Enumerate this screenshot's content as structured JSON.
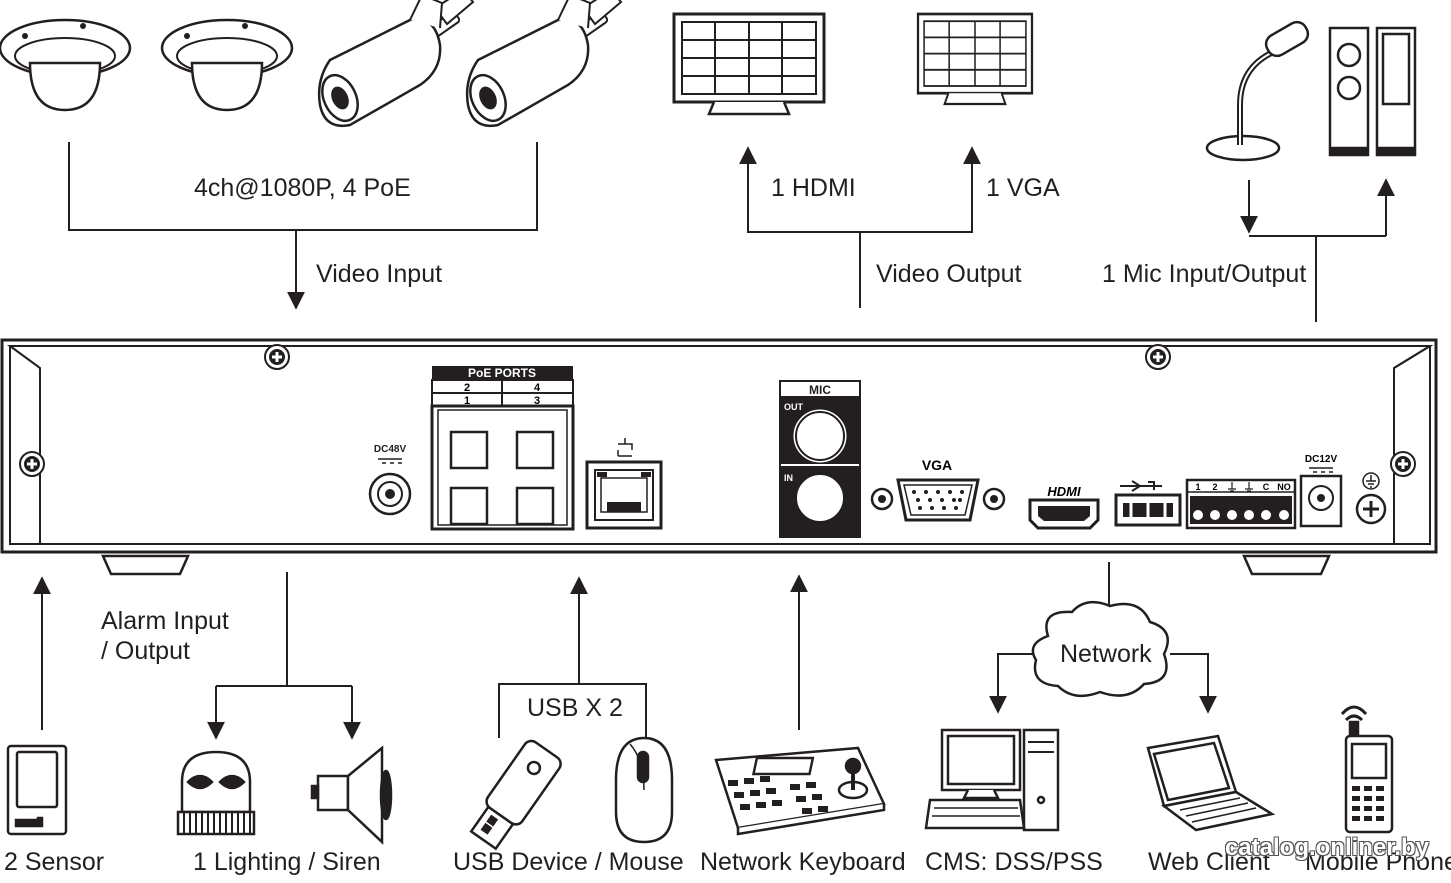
{
  "labels": {
    "video_input_spec": "4ch@1080P, 4 PoE",
    "video_input": "Video Input",
    "hdmi_out": "1 HDMI",
    "vga_out": "1 VGA",
    "video_output": "Video Output",
    "mic_io": "1 Mic Input/Output",
    "alarm_line1": "Alarm Input",
    "alarm_line2": "/ Output",
    "usb_count": "USB X 2",
    "network": "Network",
    "sensor": "2 Sensor",
    "lighting_siren": "1 Lighting / Siren",
    "usb_device_mouse": "USB Device / Mouse",
    "network_keyboard": "Network Keyboard",
    "cms": "CMS: DSS/PSS",
    "web_client": "Web Client",
    "mobile_phone": "Mobile Phone"
  },
  "panel": {
    "poe_title": "PoE PORTS",
    "poe_2": "2",
    "poe_4": "4",
    "poe_1": "1",
    "poe_3": "3",
    "dc48v": "DC48V",
    "mic_title": "MIC",
    "mic_out": "OUT",
    "mic_in": "IN",
    "vga": "VGA",
    "hdmi": "HDMI",
    "dc12v": "DC12V",
    "alarm_1": "1",
    "alarm_2": "2",
    "alarm_c": "C",
    "alarm_no": "NO"
  },
  "watermark": "catalog.onliner.by",
  "colors": {
    "line": "#231f20",
    "fill_dark": "#231f20",
    "fill_light": "#ffffff"
  },
  "icons": [
    "dome-camera-icon",
    "bullet-camera-icon",
    "monitor-icon",
    "microphone-icon",
    "speaker-icon",
    "sensor-icon",
    "strobe-light-icon",
    "siren-icon",
    "usb-flash-drive-icon",
    "mouse-icon",
    "ptz-keyboard-icon",
    "desktop-pc-icon",
    "cloud-icon",
    "laptop-icon",
    "mobile-phone-icon"
  ]
}
